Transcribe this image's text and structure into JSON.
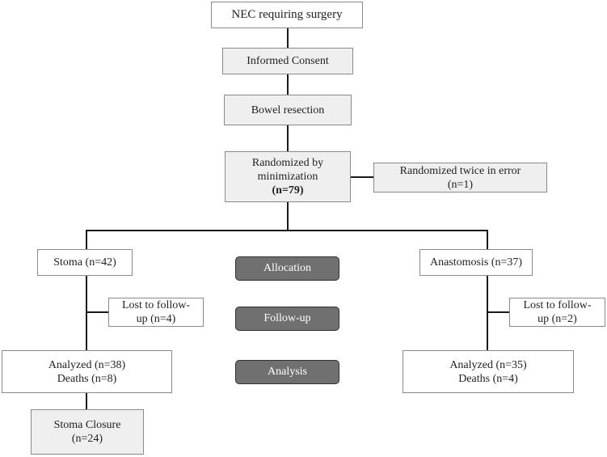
{
  "flow": {
    "nec": "NEC requiring surgery",
    "consent": "Informed Consent",
    "resection": "Bowel resection",
    "randomized_line1": "Randomized by",
    "randomized_line2": "minimization",
    "randomized_n": "(n=79)",
    "twice_line1": "Randomized twice in error",
    "twice_line2": "(n=1)",
    "stoma": "Stoma (n=42)",
    "anastomosis": "Anastomosis (n=37)",
    "lost_left_line1": "Lost to follow-",
    "lost_left_line2": "up (n=4)",
    "lost_right_line1": "Lost to follow-",
    "lost_right_line2": "up (n=2)",
    "analyzed_left_line1": "Analyzed (n=38)",
    "analyzed_left_line2": "Deaths (n=8)",
    "analyzed_right_line1": "Analyzed (n=35)",
    "analyzed_right_line2": "Deaths (n=4)",
    "closure_line1": "Stoma Closure",
    "closure_line2": "(n=24)"
  },
  "stages": {
    "allocation": "Allocation",
    "followup": "Follow-up",
    "analysis": "Analysis"
  }
}
